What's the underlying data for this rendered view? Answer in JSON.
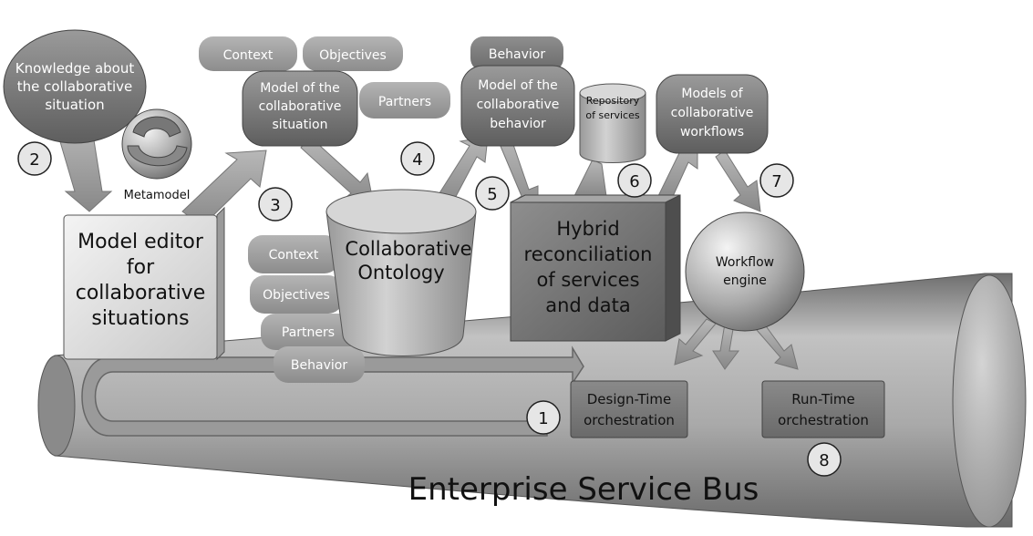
{
  "bus": {
    "label": "Enterprise Service Bus"
  },
  "bubbles": {
    "knowledge": [
      "Knowledge about",
      "the collaborative",
      "situation"
    ],
    "model_situation": [
      "Model of the",
      "collaborative",
      "situation"
    ],
    "model_behavior": [
      "Model of the",
      "collaborative",
      "behavior"
    ],
    "models_workflows": [
      "Models of",
      "collaborative",
      "workflows"
    ]
  },
  "tags": {
    "top_context": "Context",
    "top_objectives": "Objectives",
    "top_partners": "Partners",
    "top_behavior": "Behavior",
    "stack_context": "Context",
    "stack_objectives": "Objectives",
    "stack_partners": "Partners",
    "stack_behavior": "Behavior"
  },
  "metamodel": {
    "label": "Metamodel"
  },
  "repository": [
    "Repository",
    "of services"
  ],
  "model_editor": [
    "Model editor",
    "for",
    "collaborative",
    "situations"
  ],
  "ontology": [
    "Collaborative",
    "Ontology"
  ],
  "hybrid": [
    "Hybrid",
    "reconciliation",
    "of services",
    "and data"
  ],
  "workflow_engine": [
    "Workflow",
    "engine"
  ],
  "design_time": [
    "Design-Time",
    "orchestration"
  ],
  "run_time": [
    "Run-Time",
    "orchestration"
  ],
  "steps": {
    "s1": "1",
    "s2": "2",
    "s3": "3",
    "s4": "4",
    "s5": "5",
    "s6": "6",
    "s7": "7",
    "s8": "8"
  }
}
